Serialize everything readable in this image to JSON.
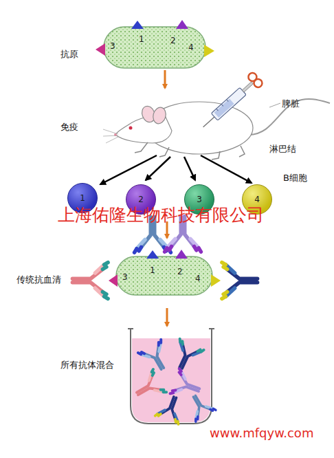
{
  "diagram": {
    "nodes": [
      {
        "text": [
          "3",
          "1",
          "2",
          "4"
        ]
      },
      {
        "text": [
          "1"
        ]
      },
      {
        "text": [
          "2"
        ]
      },
      {
        "text": [
          "3"
        ]
      },
      {
        "text": [
          "4"
        ]
      },
      {
        "text": [
          "3",
          "1",
          "2",
          "4"
        ]
      }
    ],
    "labels": [
      "抗原",
      "免疫",
      "脾脏",
      "淋巴结",
      "B细胞",
      "上海佑隆生物科技有限公司",
      "传统抗血清",
      "所有抗体混合",
      "www.mfqyw.com"
    ]
  }
}
